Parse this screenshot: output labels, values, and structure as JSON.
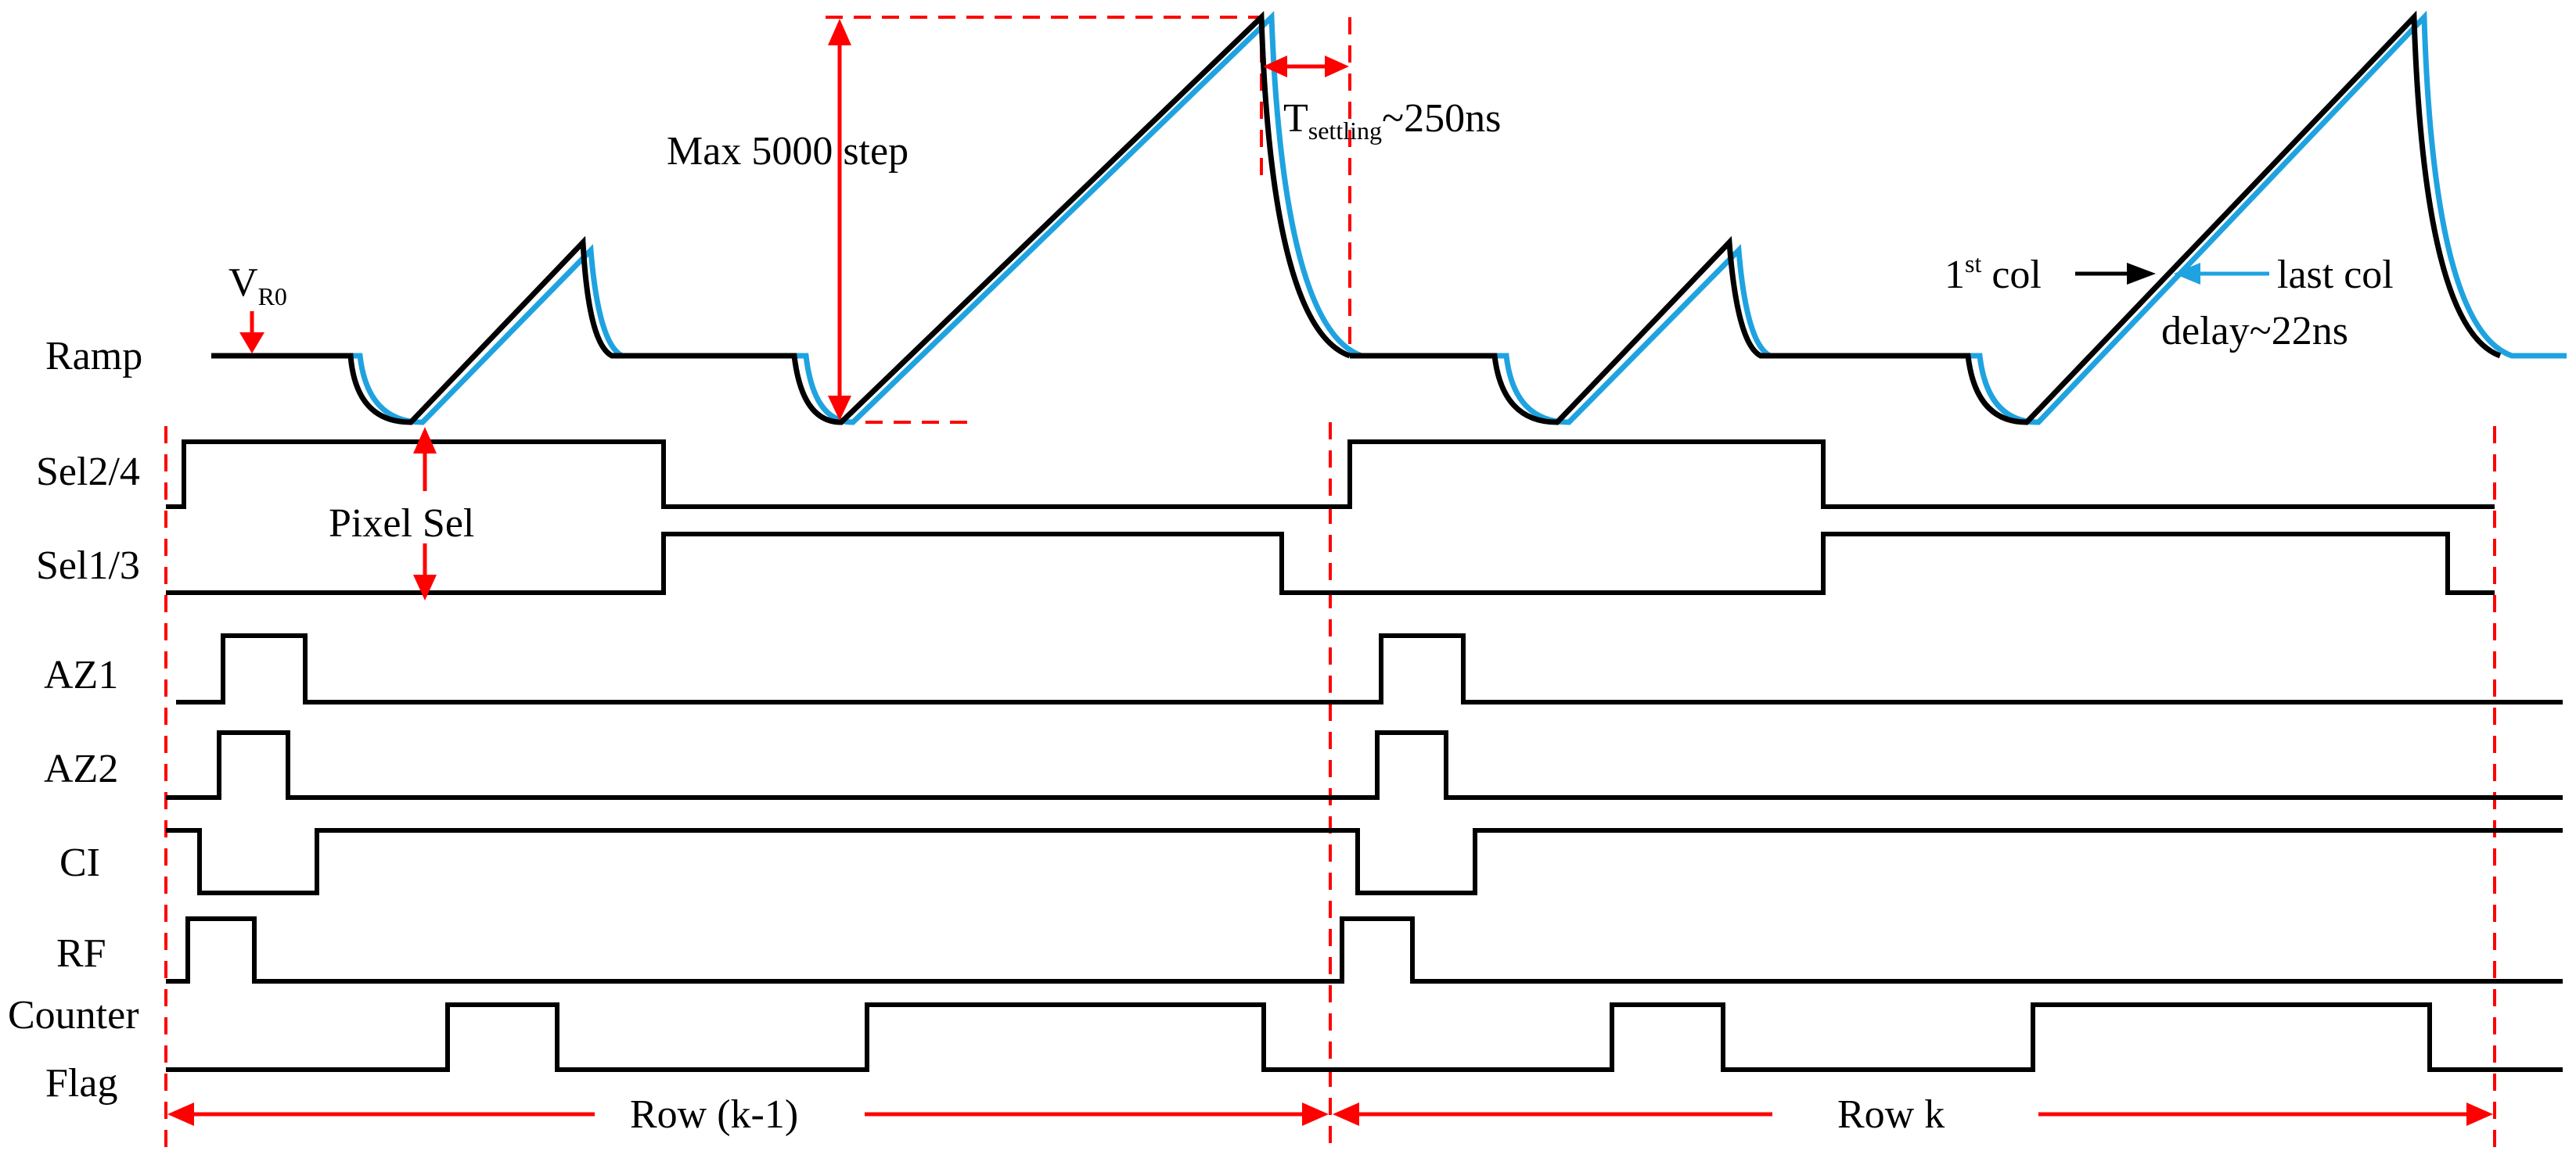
{
  "signals": {
    "ramp": "Ramp",
    "sel24": "Sel2/4",
    "sel13": "Sel1/3",
    "az1": "AZ1",
    "az2": "AZ2",
    "ci": "CI",
    "rf": "RF",
    "counter_flag_1": "Counter",
    "counter_flag_2": "Flag"
  },
  "annotations": {
    "vr0_main": "V",
    "vr0_sub": "R0",
    "max_step": "Max 5000 step",
    "tsettling_main": "T",
    "tsettling_sub": "settling",
    "tsettling_value": "~250ns",
    "pixel_sel": "Pixel Sel",
    "first_col_num": "1",
    "first_col_sup": "st",
    "first_col_rest": " col",
    "last_col": "last col",
    "delay": "delay~22ns",
    "row_prev": "Row (k-1)",
    "row_k": "Row k"
  },
  "colors": {
    "ramp_first_col": "#000000",
    "ramp_last_col": "#1fa3e0",
    "markers": "#ff0000"
  }
}
